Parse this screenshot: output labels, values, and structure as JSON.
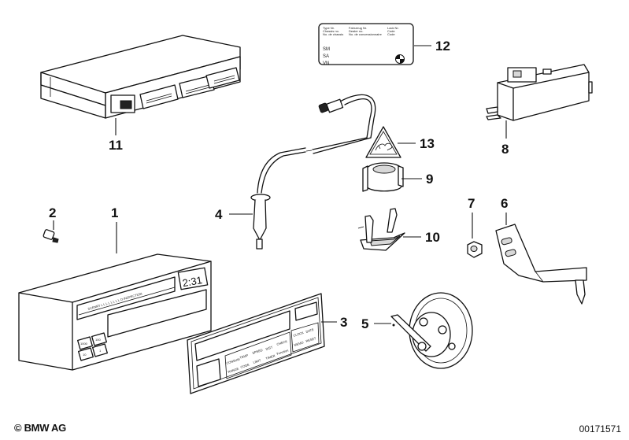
{
  "diagram": {
    "title": "BMW parts diagram - on-board computer / check control components",
    "callouts": [
      {
        "id": "1",
        "label": "1",
        "part": "on-board-computer"
      },
      {
        "id": "2",
        "label": "2",
        "part": "bulb"
      },
      {
        "id": "3",
        "label": "3",
        "part": "keypad-cover"
      },
      {
        "id": "4",
        "label": "4",
        "part": "outside-temperature-sensor"
      },
      {
        "id": "5",
        "label": "5",
        "part": "horn"
      },
      {
        "id": "6",
        "label": "6",
        "part": "bracket"
      },
      {
        "id": "7",
        "label": "7",
        "part": "hex-nut"
      },
      {
        "id": "8",
        "label": "8",
        "part": "relay-module"
      },
      {
        "id": "9",
        "label": "9",
        "part": "connector-housing"
      },
      {
        "id": "10",
        "label": "10",
        "part": "connector-retainer"
      },
      {
        "id": "11",
        "label": "11",
        "part": "control-unit"
      },
      {
        "id": "12",
        "label": "12",
        "part": "identification-label"
      },
      {
        "id": "13",
        "label": "13",
        "part": "warning-sticker"
      }
    ],
    "obc_display": {
      "text": "SCENRT L L L L L L L L O INSPECTION",
      "clock": "2:31",
      "buttons": [
        "1000",
        "100",
        "10",
        "1"
      ]
    },
    "keypad": {
      "buttons": [
        "CONSUM",
        "TEMP",
        "SPEED",
        "DIST",
        "CHECK",
        "CLOCK",
        "DATE",
        "RANGE",
        "CODE",
        "LIMIT",
        "TIMER",
        "Function",
        "MEMO",
        "RESET"
      ]
    },
    "label12": {
      "rows": [
        [
          "Type Nr.",
          "Fahrzeug Nr.",
          "Lack Nr."
        ],
        [
          "Chassis no.",
          "Dealer no.",
          "Code"
        ],
        [
          "No. de chassis",
          "No. de concessionnaire",
          "Code"
        ]
      ],
      "fields": [
        "SM",
        "SA",
        "VN"
      ]
    }
  },
  "footer": {
    "copyright": "© BMW AG",
    "drawing_number": "00171571"
  }
}
